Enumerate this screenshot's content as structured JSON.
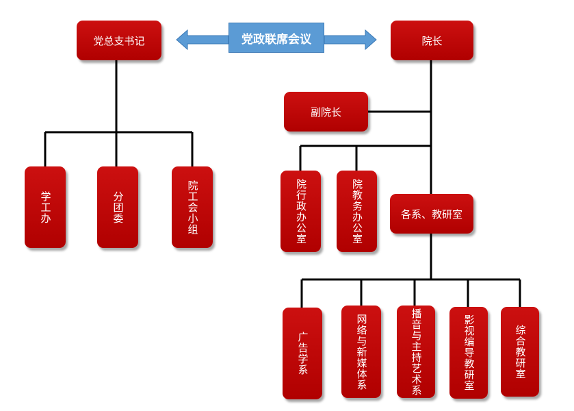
{
  "banner": {
    "label": "党政联席会议"
  },
  "nodes": {
    "secretary": "党总支书记",
    "dean": "院长",
    "vice_dean": "副院长",
    "student_office": "学工办",
    "youth_league": "分团委",
    "union_group": "院工会小组",
    "admin_office": "院行政办公室",
    "academic_office": "院教务办公室",
    "departments": "各系、教研室",
    "advertising": "广告学系",
    "new_media": "网络与新媒体系",
    "broadcasting": "播音与主持艺术系",
    "film_tv": "影视编导教研室",
    "general": "综合教研室"
  },
  "colors": {
    "box": "#c00000",
    "banner": "#5b9bd5",
    "line": "#000000"
  }
}
